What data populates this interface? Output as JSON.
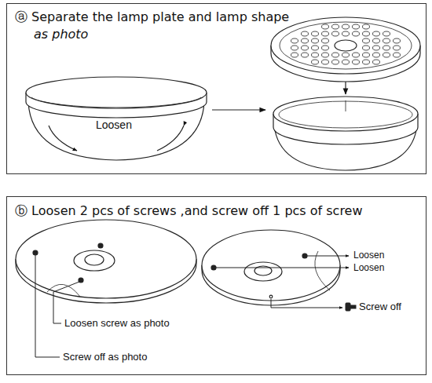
{
  "diagram": {
    "nodes": [
      {
        "text": [
          "ⓐ Separate the lamp plate and lamp shape",
          "as photo"
        ]
      },
      {
        "text": [
          "ⓑ Loosen 2 pcs of screws ,and screw off 1 pcs of screw"
        ]
      }
    ],
    "labels": [
      "Loosen",
      "Loosen screw as photo",
      "Screw off as photo",
      "Loosen",
      "Loosen",
      "Screw off"
    ]
  }
}
